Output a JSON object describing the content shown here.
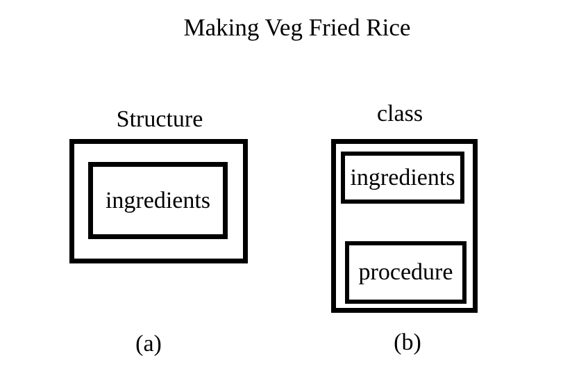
{
  "figure": {
    "title": "Making Veg Fried Rice",
    "background_color": "#ffffff",
    "ink_color": "#000000"
  },
  "diagram_a": {
    "heading": "Structure",
    "outer_box": "structure",
    "inner_box_label": "ingredients",
    "caption": "(a)"
  },
  "diagram_b": {
    "heading": "class",
    "outer_box": "class",
    "inner_box_labels": [
      "ingredients",
      "procedure"
    ],
    "caption": "(b)"
  }
}
